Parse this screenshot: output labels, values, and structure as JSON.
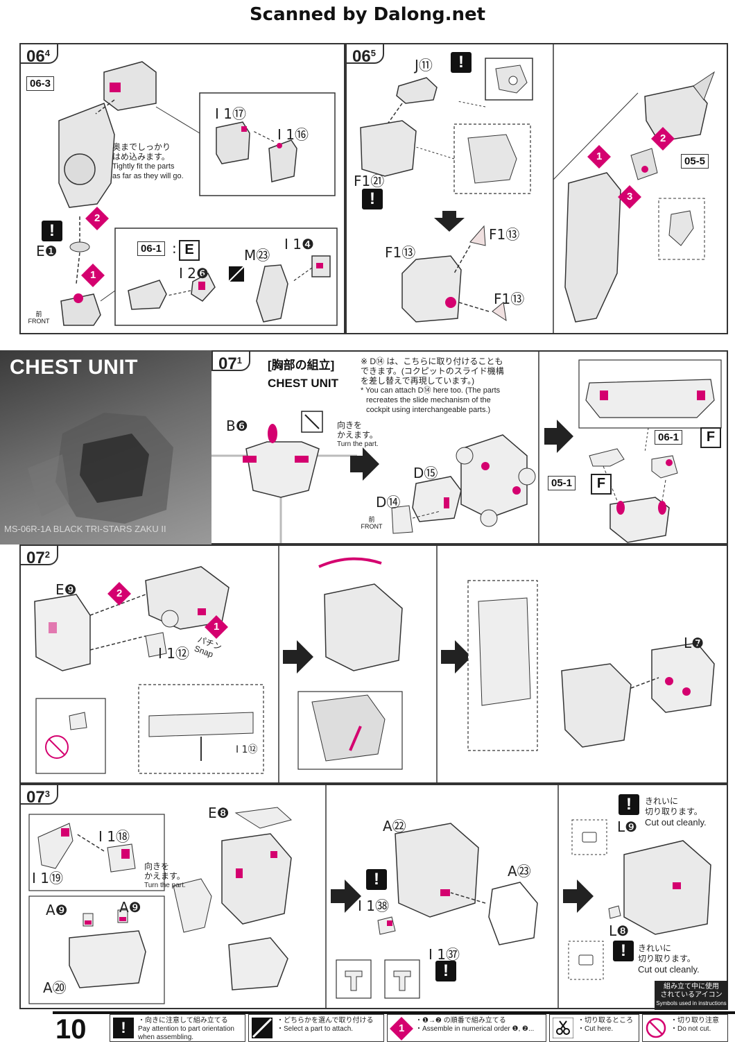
{
  "watermark": "Scanned by Dalong.net",
  "page_number": "10",
  "steps": {
    "s064": {
      "label": "06",
      "sub": "4",
      "ref": "06-3",
      "parts": {
        "i17": "I 1⑰",
        "i16": "I 1⑯",
        "e1": "E❶",
        "i26": "I 2❻",
        "m23": "M㉓",
        "i14": "I 1❹"
      },
      "note_jp_1": "奥までしっかり",
      "note_jp_2": "はめ込みます。",
      "note_en_1": "Tightly fit the parts",
      "note_en_2": "as far as they will go.",
      "ref_061": "06-1",
      "ref_letter": "E",
      "front_jp": "前",
      "front_en": "FRONT"
    },
    "s065": {
      "label": "06",
      "sub": "5",
      "parts": {
        "j11": "J⑪",
        "f121": "F1㉑",
        "f113a": "F1⑬",
        "f113b": "F1⑬",
        "f113c": "F1⑬"
      },
      "ref_055": "05-5"
    },
    "chest": {
      "title": "CHEST UNIT",
      "model": "MS-06R-1A BLACK TRI-STARS ZAKU II"
    },
    "s071": {
      "label": "07",
      "sub": "1",
      "title_jp": "[胸部の組立]",
      "title_en": "CHEST UNIT",
      "parts": {
        "b6": "B❻",
        "d15": "D⑮",
        "d14": "D⑭"
      },
      "turn_jp_1": "向きを",
      "turn_jp_2": "かえます。",
      "turn_en": "Turn the part.",
      "note_jp_1": "※ D⑭ は、こちらに取り付けることも",
      "note_jp_2": "できます。(コクピットのスライド機構",
      "note_jp_3": "を差し替えで再現しています。)",
      "note_en_1": "* You can attach D⑭ here too. (The parts",
      "note_en_2": "recreates the slide mechanism of the",
      "note_en_3": "cockpit using interchangeable parts.)",
      "ref_061": "06-1",
      "ref_051": "05-1",
      "ref_letter": "F",
      "front_jp": "前",
      "front_en": "FRONT"
    },
    "s072": {
      "label": "07",
      "sub": "2",
      "parts": {
        "e9": "E❾",
        "i12": "I 1⑫",
        "i12b": "I 1⑫",
        "l7": "L❼"
      },
      "snap_jp": "パチン",
      "snap_en": "Snap"
    },
    "s073": {
      "label": "07",
      "sub": "3",
      "parts": {
        "i18": "I 1⑱",
        "i19": "I 1⑲",
        "e8": "E❽",
        "a9a": "A❾",
        "a9b": "A❾",
        "a20": "A⑳",
        "a22": "A㉒",
        "a23": "A㉓",
        "i38": "I 1㊳",
        "i37": "I 1㊲",
        "l9": "L❾",
        "l8": "L❽"
      },
      "turn_jp_1": "向きを",
      "turn_jp_2": "かえます。",
      "turn_en": "Turn the part.",
      "clean_jp_1": "きれいに",
      "clean_jp_2": "切り取ります。",
      "clean_en": "Cut out cleanly."
    }
  },
  "legend": {
    "symbols_jp_1": "組み立て中に使用",
    "symbols_jp_2": "されているアイコン",
    "symbols_en": "Symbols used in instructions",
    "items": [
      {
        "jp": "・向きに注意して組み立てる",
        "en1": "Pay attention to part orientation",
        "en2": "when assembling."
      },
      {
        "jp": "・どちらかを選んで取り付ける",
        "en1": "・Select a part to attach.",
        "en2": ""
      },
      {
        "jp": "・❶→❷ の順番で組み立てる",
        "en1": "・Assemble in numerical order ❶, ❷...",
        "en2": ""
      },
      {
        "jp": "・切り取るところ",
        "en1": "・Cut here.",
        "en2": ""
      },
      {
        "jp": "・切り取り注意",
        "en1": "・Do not cut.",
        "en2": ""
      }
    ]
  }
}
